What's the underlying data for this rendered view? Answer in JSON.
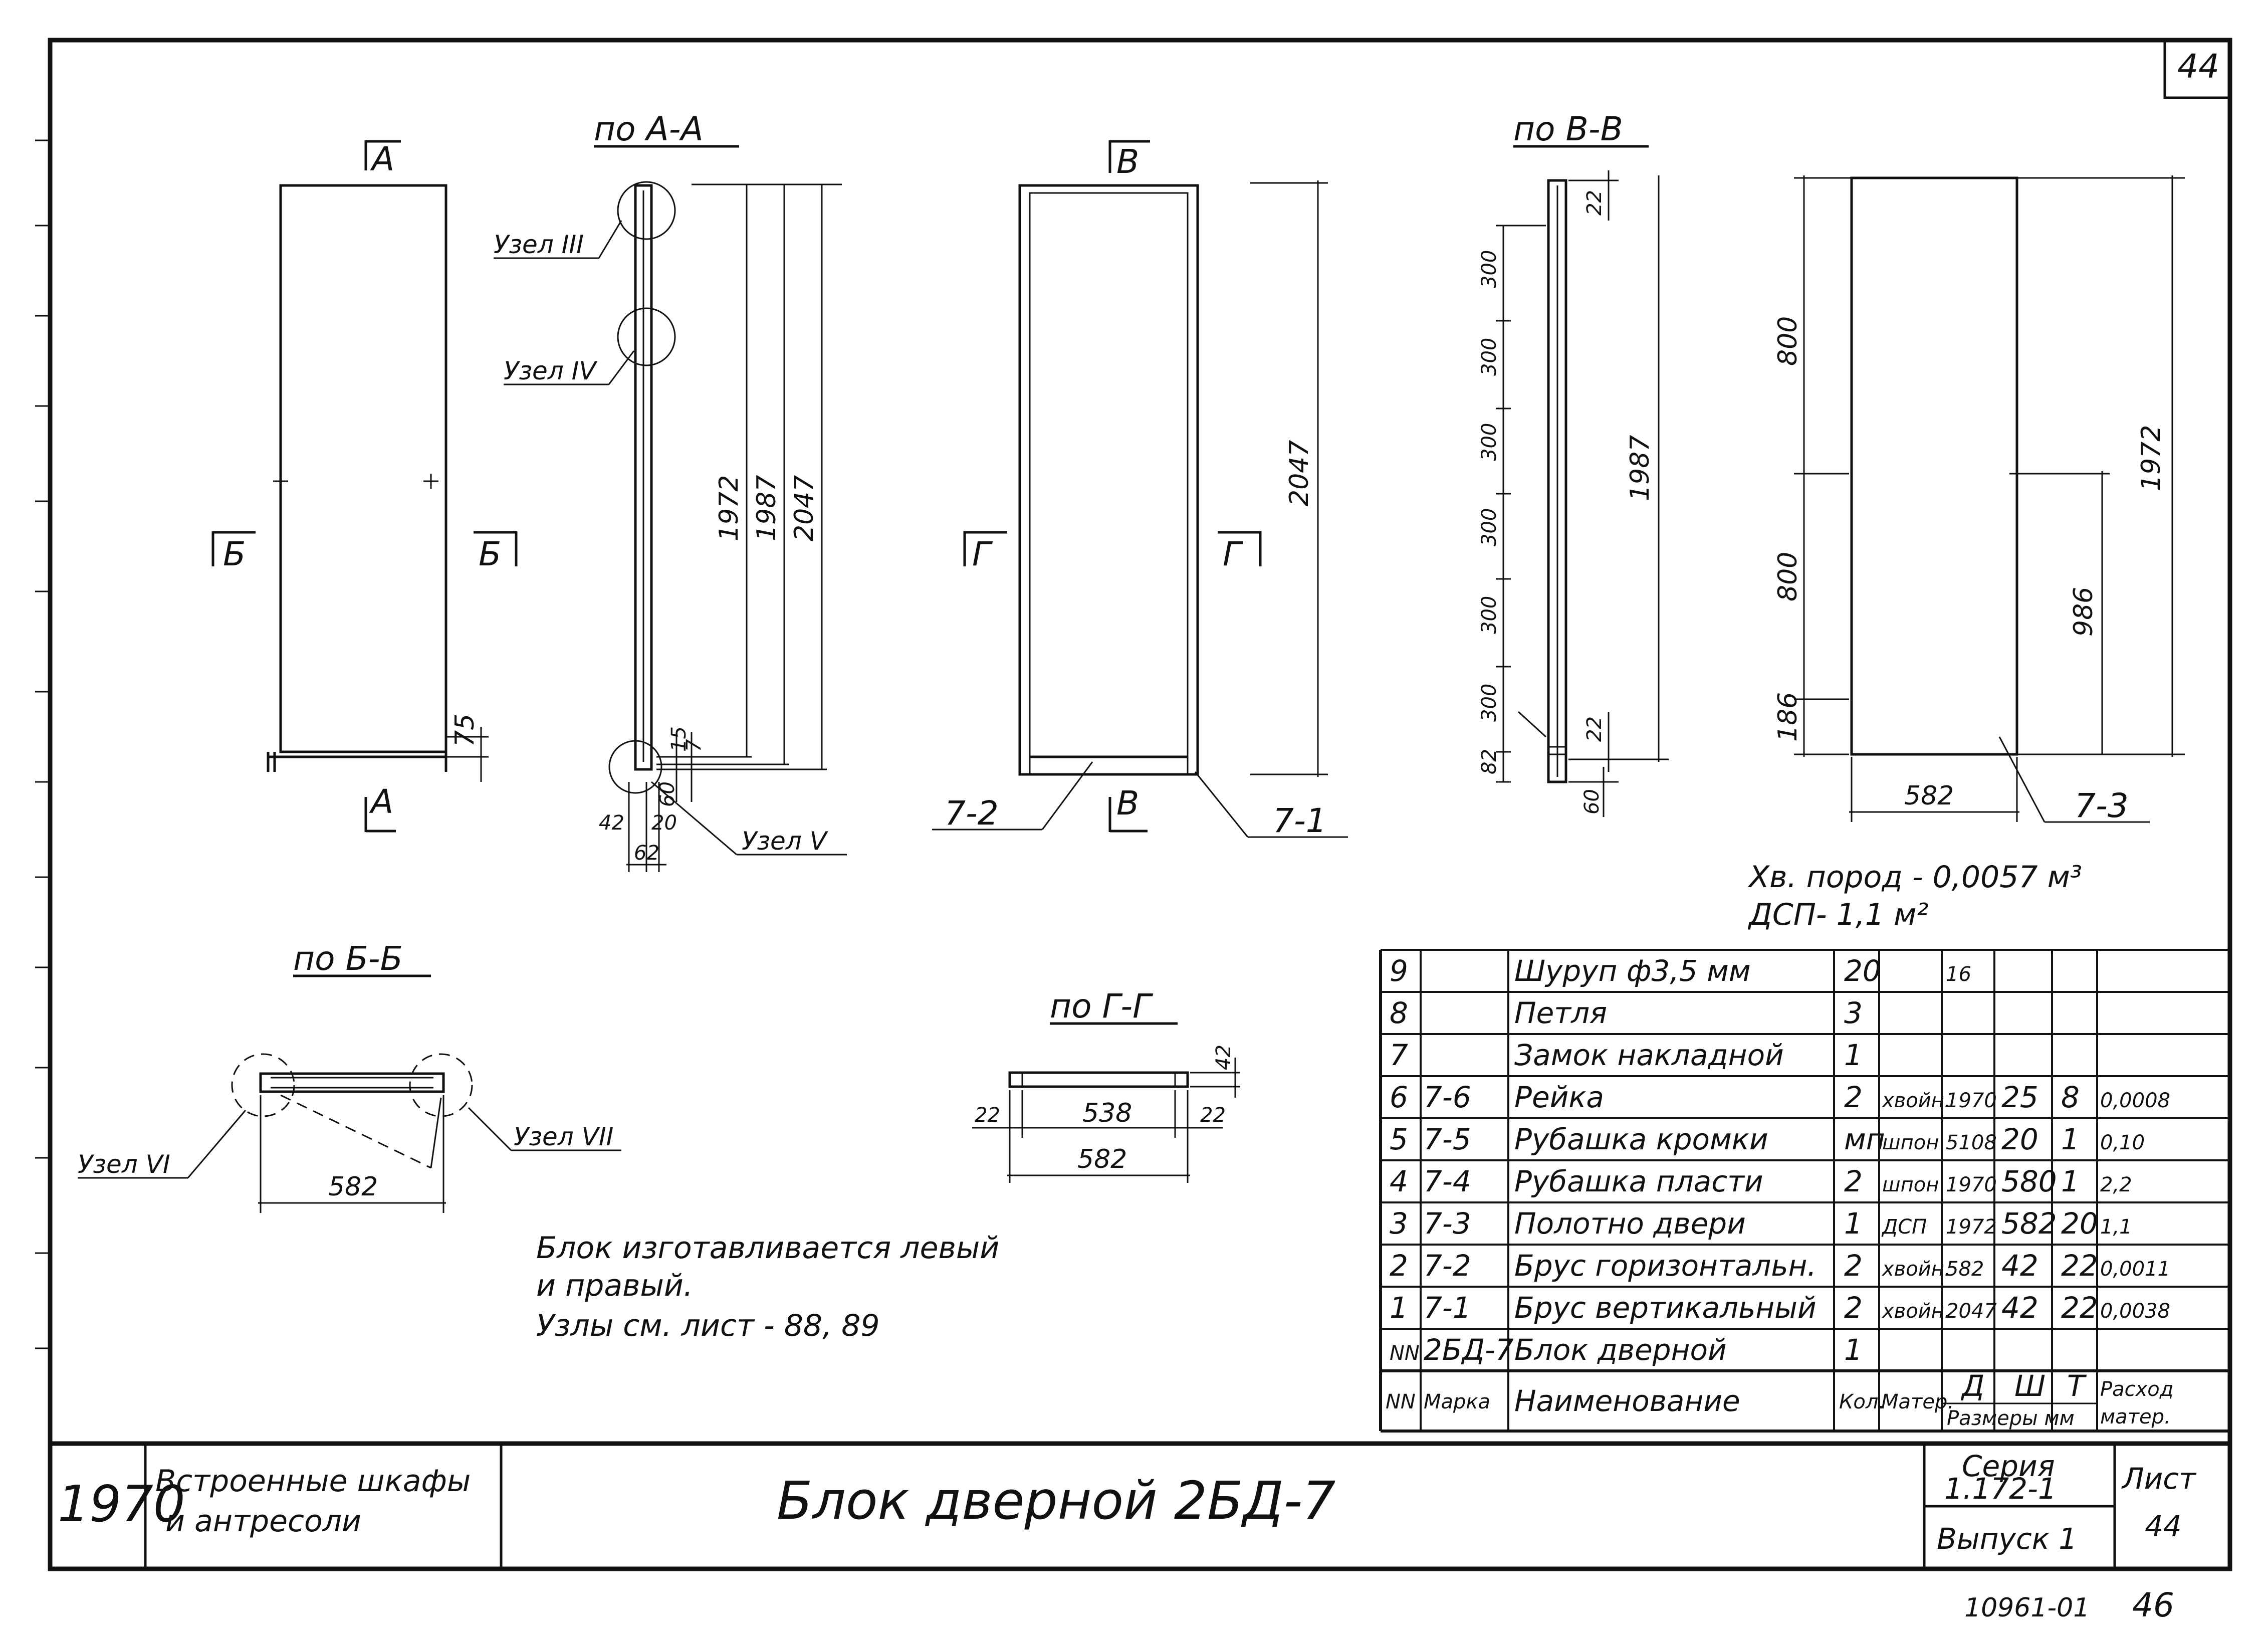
{
  "sheet_number": "44",
  "views": {
    "front": {
      "cut_a": "A",
      "cut_b": "Б",
      "cut_v": "В",
      "cut_g": "Г",
      "dim_bottom": "75"
    },
    "section_aa": {
      "title": "по А-А",
      "node3": "Узел III",
      "node4": "Узел IV",
      "node5": "Узел V",
      "dims": [
        "1972",
        "1987",
        "2047",
        "15",
        "7",
        "60",
        "42",
        "20",
        "62"
      ]
    },
    "frame": {
      "dim_height": "2047",
      "part_left": "7-2",
      "part_right": "7-1"
    },
    "section_vv": {
      "title": "по В-В",
      "left_dims": [
        "300",
        "300",
        "300",
        "300",
        "300",
        "300",
        "82"
      ],
      "dims": [
        "1987",
        "22",
        "22",
        "60"
      ]
    },
    "panel": {
      "dims": [
        "800",
        "800",
        "186",
        "1972",
        "986",
        "582"
      ],
      "part": "7-3"
    },
    "section_bb": {
      "title": "по Б-Б",
      "node6": "Узел VI",
      "node7": "Узел VII",
      "width": "582"
    },
    "section_gg": {
      "title": "по Г-Г",
      "dims": [
        "42",
        "22",
        "538",
        "22",
        "582"
      ]
    }
  },
  "materials": {
    "line1": "Хв. пород - 0,0057 м³",
    "line2": "ДСП- 1,1 м²"
  },
  "notes": [
    "Блок изготавливается левый",
    "и правый.",
    "Узлы см. лист - 88, 89"
  ],
  "table": {
    "rows": [
      {
        "nn": "9",
        "mark": "",
        "name": "Шуруп ф3,5 мм",
        "qty": "20",
        "mat": "",
        "d": "16",
        "w": "",
        "t": "",
        "cons": ""
      },
      {
        "nn": "8",
        "mark": "",
        "name": "Петля",
        "qty": "3",
        "mat": "",
        "d": "",
        "w": "",
        "t": "",
        "cons": ""
      },
      {
        "nn": "7",
        "mark": "",
        "name": "Замок накладной",
        "qty": "1",
        "mat": "",
        "d": "",
        "w": "",
        "t": "",
        "cons": ""
      },
      {
        "nn": "6",
        "mark": "7-6",
        "name": "Рейка",
        "qty": "2",
        "mat": "хвойн.",
        "d": "1970",
        "w": "25",
        "t": "8",
        "cons": "0,0008"
      },
      {
        "nn": "5",
        "mark": "7-5",
        "name": "Рубашка кромки",
        "qty": "мп",
        "mat": "шпон",
        "d": "5108",
        "w": "20",
        "t": "1",
        "cons": "0,10"
      },
      {
        "nn": "4",
        "mark": "7-4",
        "name": "Рубашка пласти",
        "qty": "2",
        "mat": "шпон",
        "d": "1970",
        "w": "580",
        "t": "1",
        "cons": "2,2"
      },
      {
        "nn": "3",
        "mark": "7-3",
        "name": "Полотно двери",
        "qty": "1",
        "mat": "ДСП",
        "d": "1972",
        "w": "582",
        "t": "20",
        "cons": "1,1"
      },
      {
        "nn": "2",
        "mark": "7-2",
        "name": "Брус горизонтальн.",
        "qty": "2",
        "mat": "хвойн.",
        "d": "582",
        "w": "42",
        "t": "22",
        "cons": "0,0011"
      },
      {
        "nn": "1",
        "mark": "7-1",
        "name": "Брус вертикальный",
        "qty": "2",
        "mat": "хвойн.",
        "d": "2047",
        "w": "42",
        "t": "22",
        "cons": "0,0038"
      },
      {
        "nn": "NN",
        "mark": "2БД-7",
        "name": "Блок дверной",
        "qty": "1",
        "mat": "",
        "d": "",
        "w": "",
        "t": "",
        "cons": ""
      }
    ],
    "header": {
      "nn": "NN",
      "mark": "Марка",
      "name": "Наименование",
      "qty": "Кол.",
      "mat": "Матер.",
      "d": "Д",
      "w": "Ш",
      "t": "Т",
      "sizes": "Размеры мм",
      "cons1": "Расход",
      "cons2": "матер."
    }
  },
  "title_block": {
    "year": "1970",
    "org_line1": "Встроенные шкафы",
    "org_line2": "и антресоли",
    "title": "Блок дверной 2БД-7",
    "series_label": "Серия",
    "series": "1.172-1",
    "issue": "Выпуск 1",
    "sheet_label": "Лист",
    "sheet": "44"
  },
  "footer": {
    "inventory": "10961-01",
    "page": "46"
  }
}
